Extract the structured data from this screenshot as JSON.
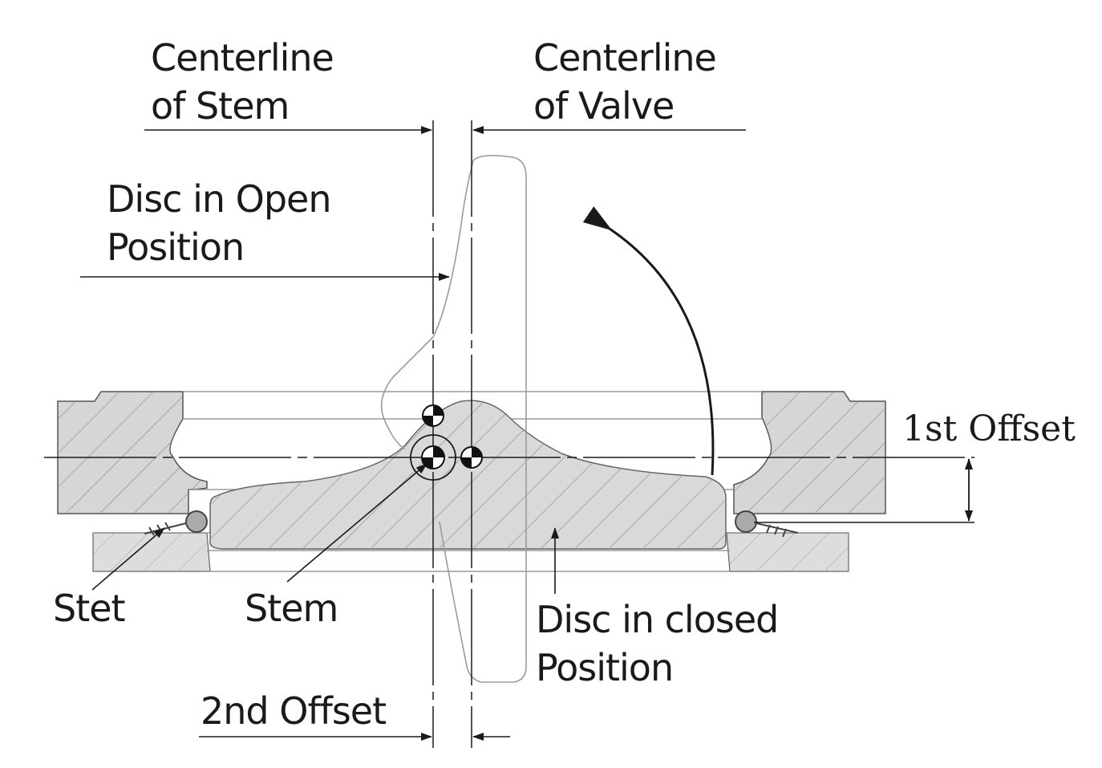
{
  "labels": {
    "centerline_stem": [
      "Centerline",
      "of Stem"
    ],
    "centerline_valve": [
      "Centerline",
      "of Valve"
    ],
    "disc_open": [
      "Disc in Open",
      "Position"
    ],
    "first_offset": "1st Offset",
    "stet": "Stet",
    "stem": "Stem",
    "disc_closed": [
      "Disc in closed",
      "Position"
    ],
    "second_offset": "2nd Offset"
  },
  "colors": {
    "line": "#1a1a1a",
    "body_fill": "#d9d9d9",
    "seat_fill": "#e4e4e4",
    "hatch": "#7a7a7a",
    "disc_outline": "#9a9a9a"
  }
}
